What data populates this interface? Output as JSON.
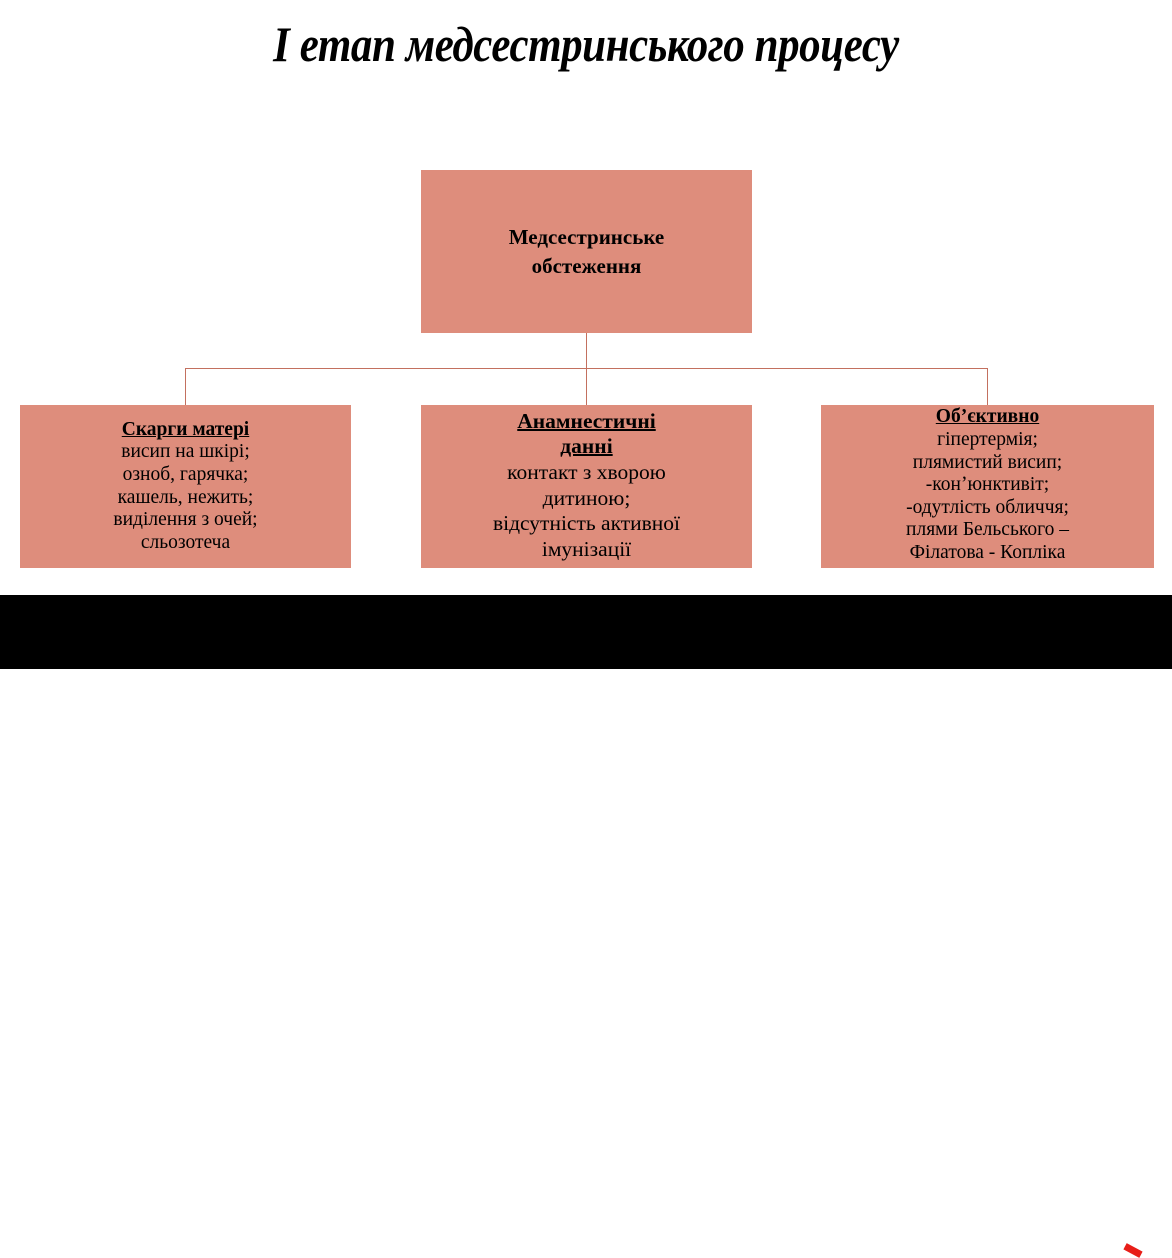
{
  "slide": {
    "title": "І етап медсестринського процесу",
    "accent_color": "#DE8D7C",
    "connector_color": "#C3705F",
    "text_color": "#000000",
    "background_color": "#FFFFFF",
    "bottom_bar_color": "#000000",
    "bottom_mark_color": "#E81E18"
  },
  "diagram": {
    "root": {
      "label_line1": "Медсестринське",
      "label_line2": "обстеження"
    },
    "children": [
      {
        "heading_line1": "Скарги матері",
        "heading_line2": "",
        "body_lines": [
          "висип на шкірі;",
          "озноб, гарячка;",
          "кашель, нежить;",
          "виділення з очей;",
          "сльозотеча"
        ]
      },
      {
        "heading_line1": "Анамнестичні",
        "heading_line2": "данні",
        "body_lines": [
          "контакт з хворою",
          "дитиною;",
          "відсутність активної",
          "імунізації"
        ]
      },
      {
        "heading_line1": "Об’єктивно",
        "heading_line2": "",
        "body_lines": [
          "гіпертермія;",
          "плямистий висип;",
          "-конʼюнктивіт;",
          "-одутлість обличчя;",
          "плями Бельського –",
          "Філатова - Копліка"
        ]
      }
    ]
  }
}
